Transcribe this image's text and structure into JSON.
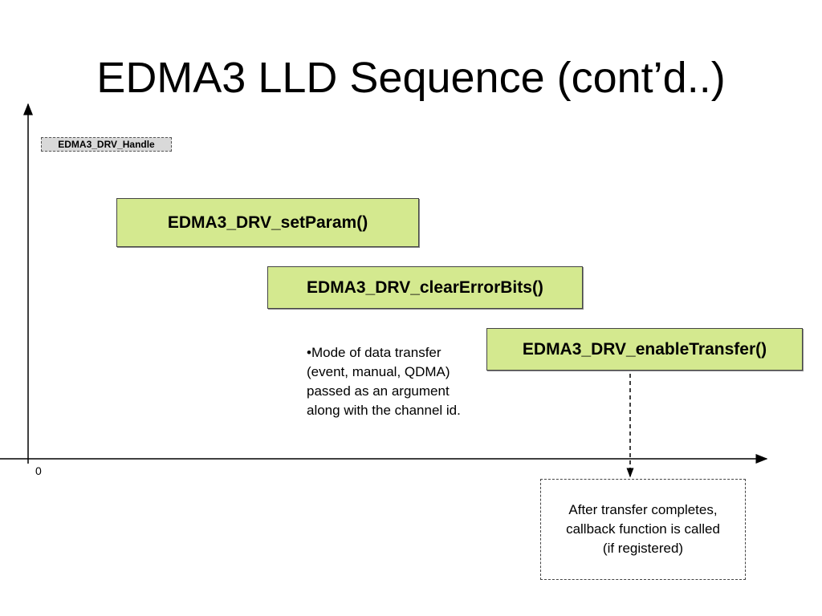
{
  "title": "EDMA3 LLD Sequence (cont’d..)",
  "handle_label": "EDMA3_DRV_Handle",
  "steps": [
    {
      "label": "EDMA3_DRV_setParam()"
    },
    {
      "label": "EDMA3_DRV_clearErrorBits()"
    },
    {
      "label": "EDMA3_DRV_enableTransfer()"
    }
  ],
  "note_lines": [
    "•Mode of data transfer",
    "(event, manual, QDMA)",
    "passed as an argument",
    "along with the channel id."
  ],
  "origin_label": "0",
  "callback_lines": [
    "After transfer completes,",
    "callback function is called",
    "(if registered)"
  ],
  "colors": {
    "box_fill": "#d4e98f",
    "handle_fill": "#d9d9d9"
  }
}
